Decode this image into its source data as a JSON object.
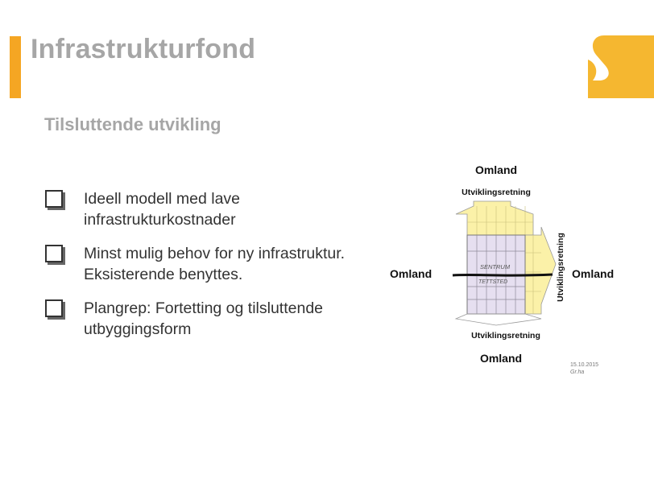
{
  "slide": {
    "title": "Infrastrukturfond",
    "subtitle": "Tilsluttende utvikling",
    "accent_color": "#f5a623",
    "title_color": "#a6a6a6"
  },
  "bullets": [
    {
      "icon": "checkbox-icon",
      "lines": [
        "Ideell modell med lave",
        "infrastrukturkostnader"
      ]
    },
    {
      "icon": "checkbox-icon",
      "lines": [
        "Minst mulig behov for ny infrastruktur.",
        "Eksisterende benyttes."
      ]
    },
    {
      "icon": "checkbox-icon",
      "lines": [
        "Plangrep: Fortetting og tilsluttende",
        "utbyggingsform"
      ]
    }
  ],
  "diagram": {
    "label_top": "Omland",
    "label_bottom": "Omland",
    "label_left": "Omland",
    "label_right": "Omland",
    "direction_top": "Utviklingsretning",
    "direction_bottom": "Utviklingsretning",
    "direction_right": "Utviklingsretning",
    "center_label_1": "SENTRUM",
    "center_label_2": "TETTSTED",
    "signature_date": "15.10.2015",
    "signature_name": "Gr.ha",
    "core_color": "#e6dff0",
    "growth_color": "#fbf1a8"
  }
}
